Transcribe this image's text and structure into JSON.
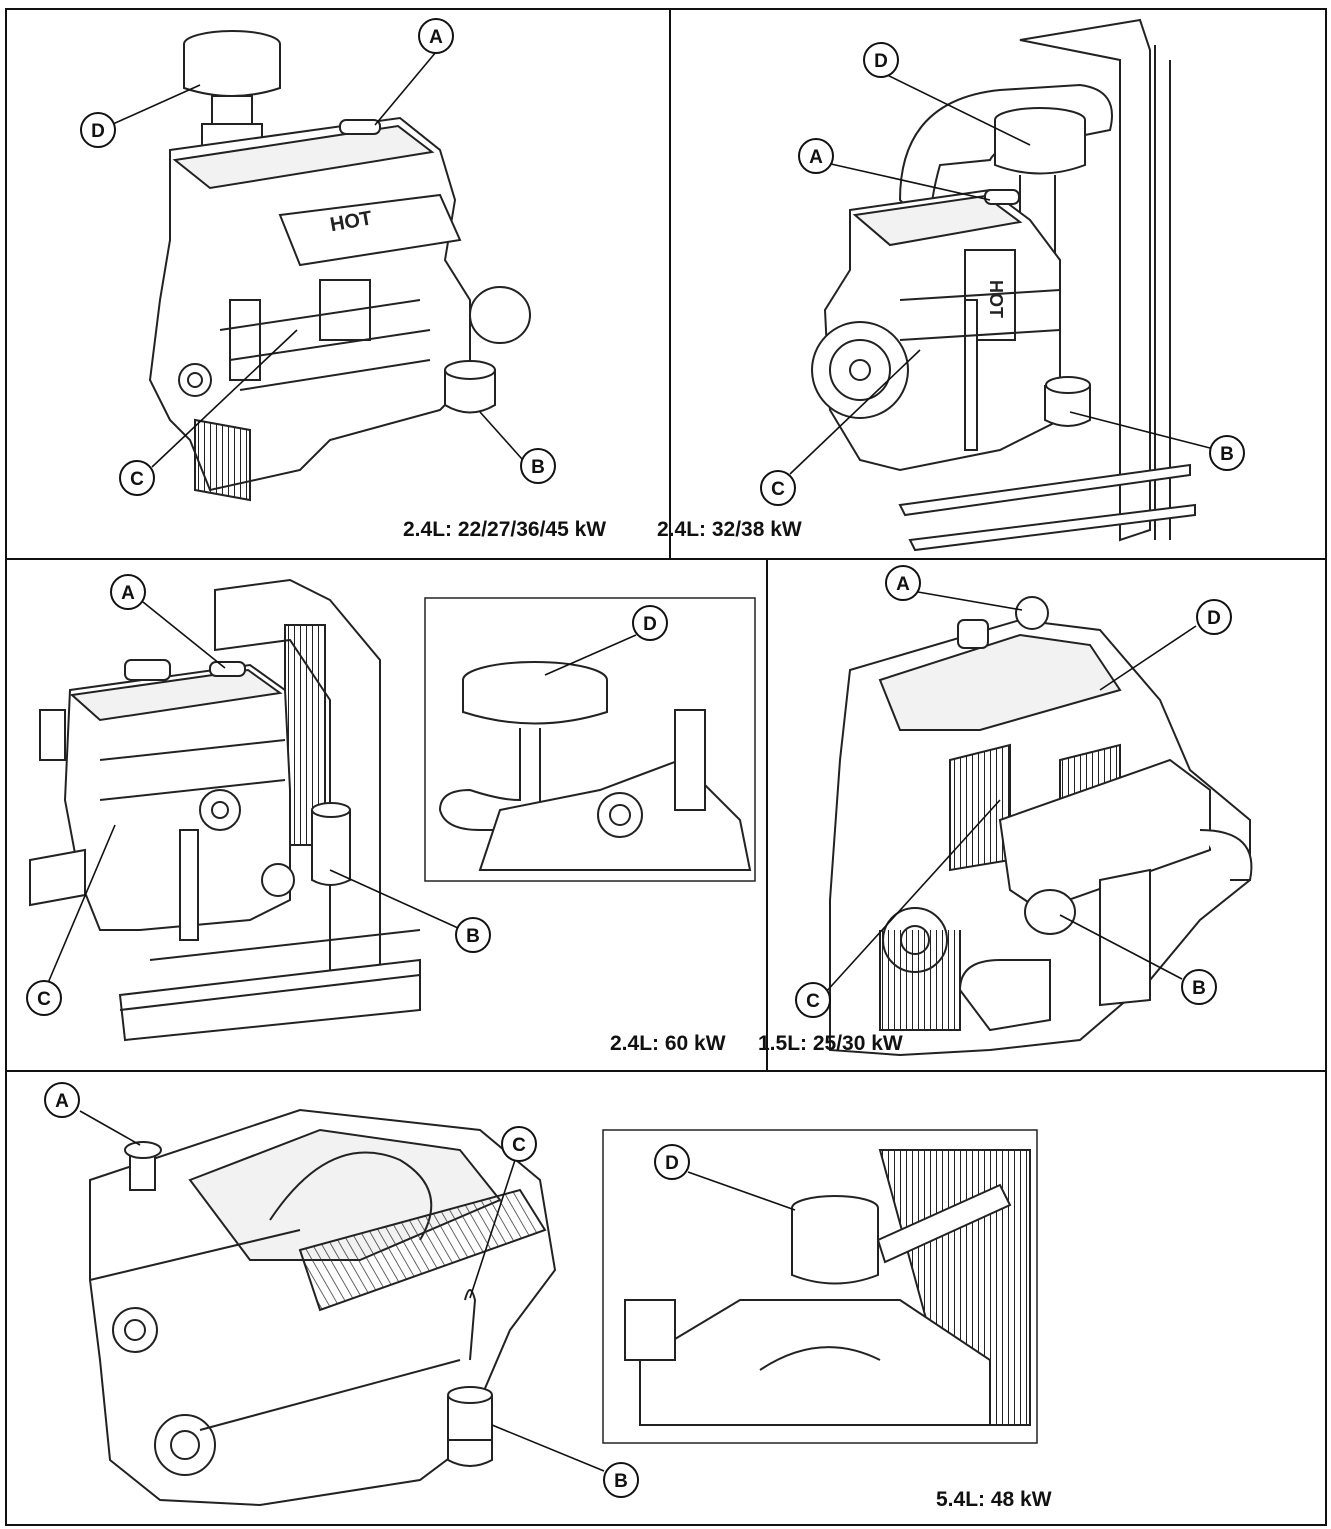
{
  "captions": {
    "row1_left": "2.4L: 22/27/36/45 kW",
    "row1_right": "2.4L: 32/38 kW",
    "row2_left": "2.4L: 60 kW",
    "row2_right": "1.5L: 25/30 kW",
    "row3": "5.4L: 48 kW"
  },
  "callouts": {
    "a": "A",
    "b": "B",
    "c": "C",
    "d": "D"
  },
  "engine_labels": {
    "hot_1": "HOT",
    "hot_2": "HOT"
  },
  "icons": [
    "engine-illustration",
    "air-cleaner-illustration",
    "radiator-illustration",
    "oil-filter-illustration"
  ]
}
